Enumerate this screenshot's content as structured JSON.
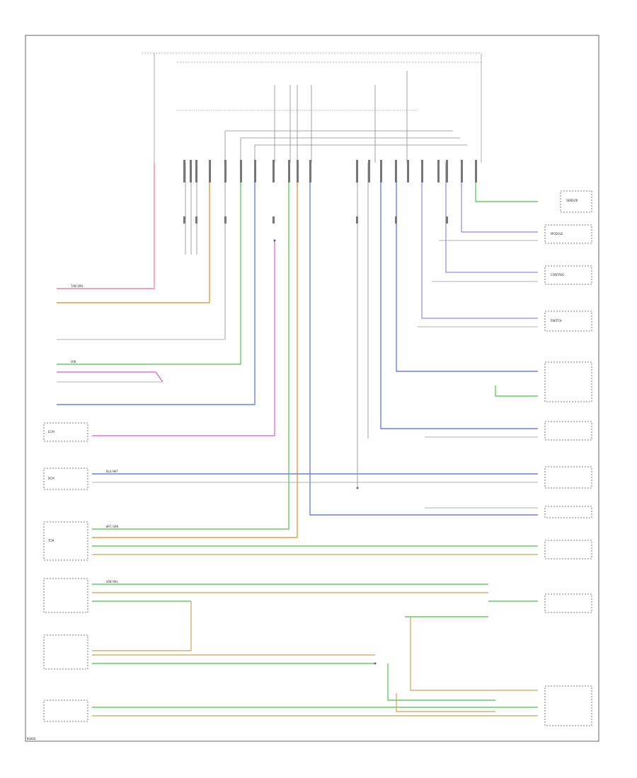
{
  "colors": {
    "frame": "#666666",
    "wire_gray": "#9a9a9a",
    "wire_pink": "#ef86b0",
    "wire_orange": "#d9a04a",
    "wire_green": "#6cc76c",
    "wire_blue": "#6f7fe0",
    "wire_violet": "#9a86e6",
    "wire_magenta": "#d35fd3",
    "wire_tan": "#c8a35a"
  },
  "diagram": {
    "footer_code": "B0000",
    "wire_codes": [
      {
        "text": "TAN/GRN",
        "pos": "a"
      },
      {
        "text": "GRN",
        "pos": "b"
      },
      {
        "text": "WHT/GRN",
        "pos": "c"
      },
      {
        "text": "BLU/WHT",
        "pos": "d"
      },
      {
        "text": "GRN/ORG",
        "pos": "e"
      }
    ],
    "component_labels": [
      {
        "name": "SENSOR",
        "pos": "r1"
      },
      {
        "name": "MODULE",
        "pos": "r2"
      },
      {
        "name": "CONTROL",
        "pos": "r3"
      },
      {
        "name": "SWITCH",
        "pos": "r4"
      },
      {
        "name": "ECM",
        "pos": "l1"
      },
      {
        "name": "PCM",
        "pos": "l2"
      },
      {
        "name": "TCM",
        "pos": "l3"
      }
    ]
  }
}
